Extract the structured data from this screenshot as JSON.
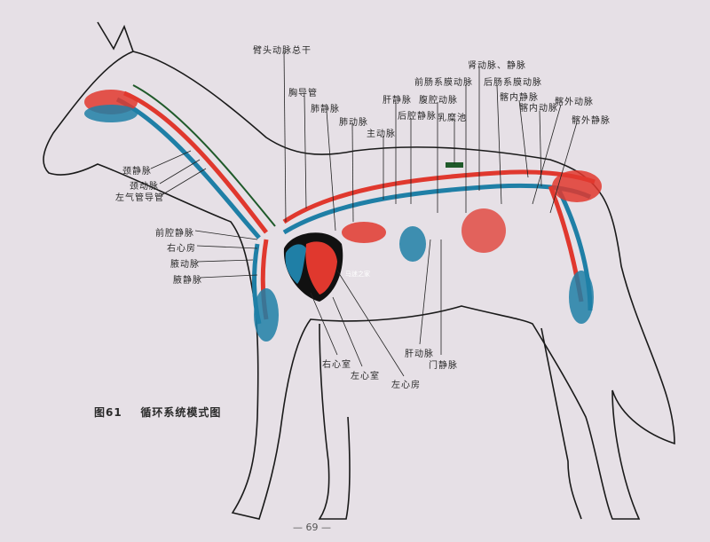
{
  "figure": {
    "caption_number": "图61",
    "caption_title": "循环系统模式图",
    "page_number": "— 69 —",
    "watermark": "马迷之家"
  },
  "labels": {
    "brachiocephalic_trunk": "臂头动脉总干",
    "thoracic_duct": "胸导管",
    "pulmonary_vein": "肺静脉",
    "pulmonary_artery": "肺动脉",
    "aorta": "主动脉",
    "hepatic_vein": "肝静脉",
    "caudal_vena_cava": "后腔静脉",
    "celiac_artery": "腹腔动脉",
    "cisterna_chyli": "乳糜池",
    "cranial_mesenteric_artery": "前肠系膜动脉",
    "renal_vessels": "肾动脉、静脉",
    "caudal_mesenteric_artery": "后肠系膜动脉",
    "internal_iliac_vein": "髂内静脉",
    "internal_iliac_artery": "髂内动脉",
    "external_iliac_artery": "髂外动脉",
    "external_iliac_vein": "髂外静脉",
    "jugular_vein": "颈静脉",
    "carotid_artery": "颈动脉",
    "left_tracheal_duct": "左气管导管",
    "cranial_vena_cava": "前腔静脉",
    "right_atrium": "右心房",
    "axillary_artery": "腋动脉",
    "axillary_vein": "腋静脉",
    "right_ventricle": "右心室",
    "left_ventricle": "左心室",
    "left_atrium": "左心房",
    "hepatic_artery": "肝动脉",
    "portal_vein": "门静脉"
  },
  "colors": {
    "artery": "#e0382e",
    "vein": "#1f7fa6",
    "duct": "#1f5a2a",
    "outline": "#1a1a1a"
  }
}
